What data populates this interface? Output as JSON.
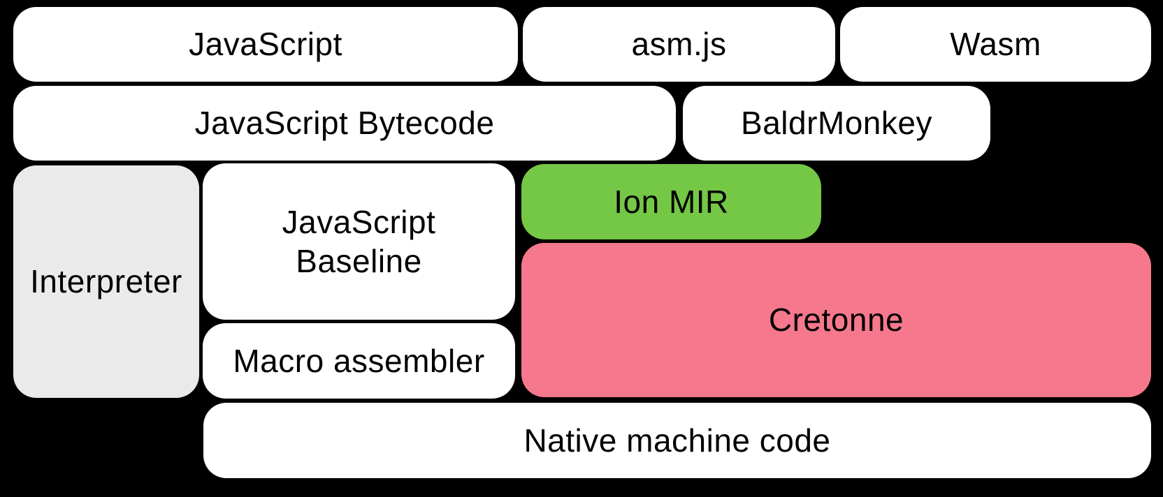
{
  "diagram": {
    "palette": {
      "canvas": "#000000",
      "box_white": "#FFFFFF",
      "box_gray": "#EAEAEA",
      "box_green": "#75C746",
      "box_pink": "#F6788C",
      "text": "#000000"
    },
    "boxes": {
      "javascript": {
        "label": "JavaScript"
      },
      "asmjs": {
        "label": "asm.js"
      },
      "wasm": {
        "label": "Wasm"
      },
      "bytecode": {
        "label": "JavaScript Bytecode"
      },
      "baldrmonkey": {
        "label": "BaldrMonkey"
      },
      "interpreter": {
        "label": "Interpreter"
      },
      "baseline": {
        "label": "JavaScript\nBaseline"
      },
      "ionmir": {
        "label": "Ion MIR"
      },
      "cretonne": {
        "label": "Cretonne"
      },
      "macroasm": {
        "label": "Macro assembler"
      },
      "native": {
        "label": "Native machine code"
      }
    }
  }
}
